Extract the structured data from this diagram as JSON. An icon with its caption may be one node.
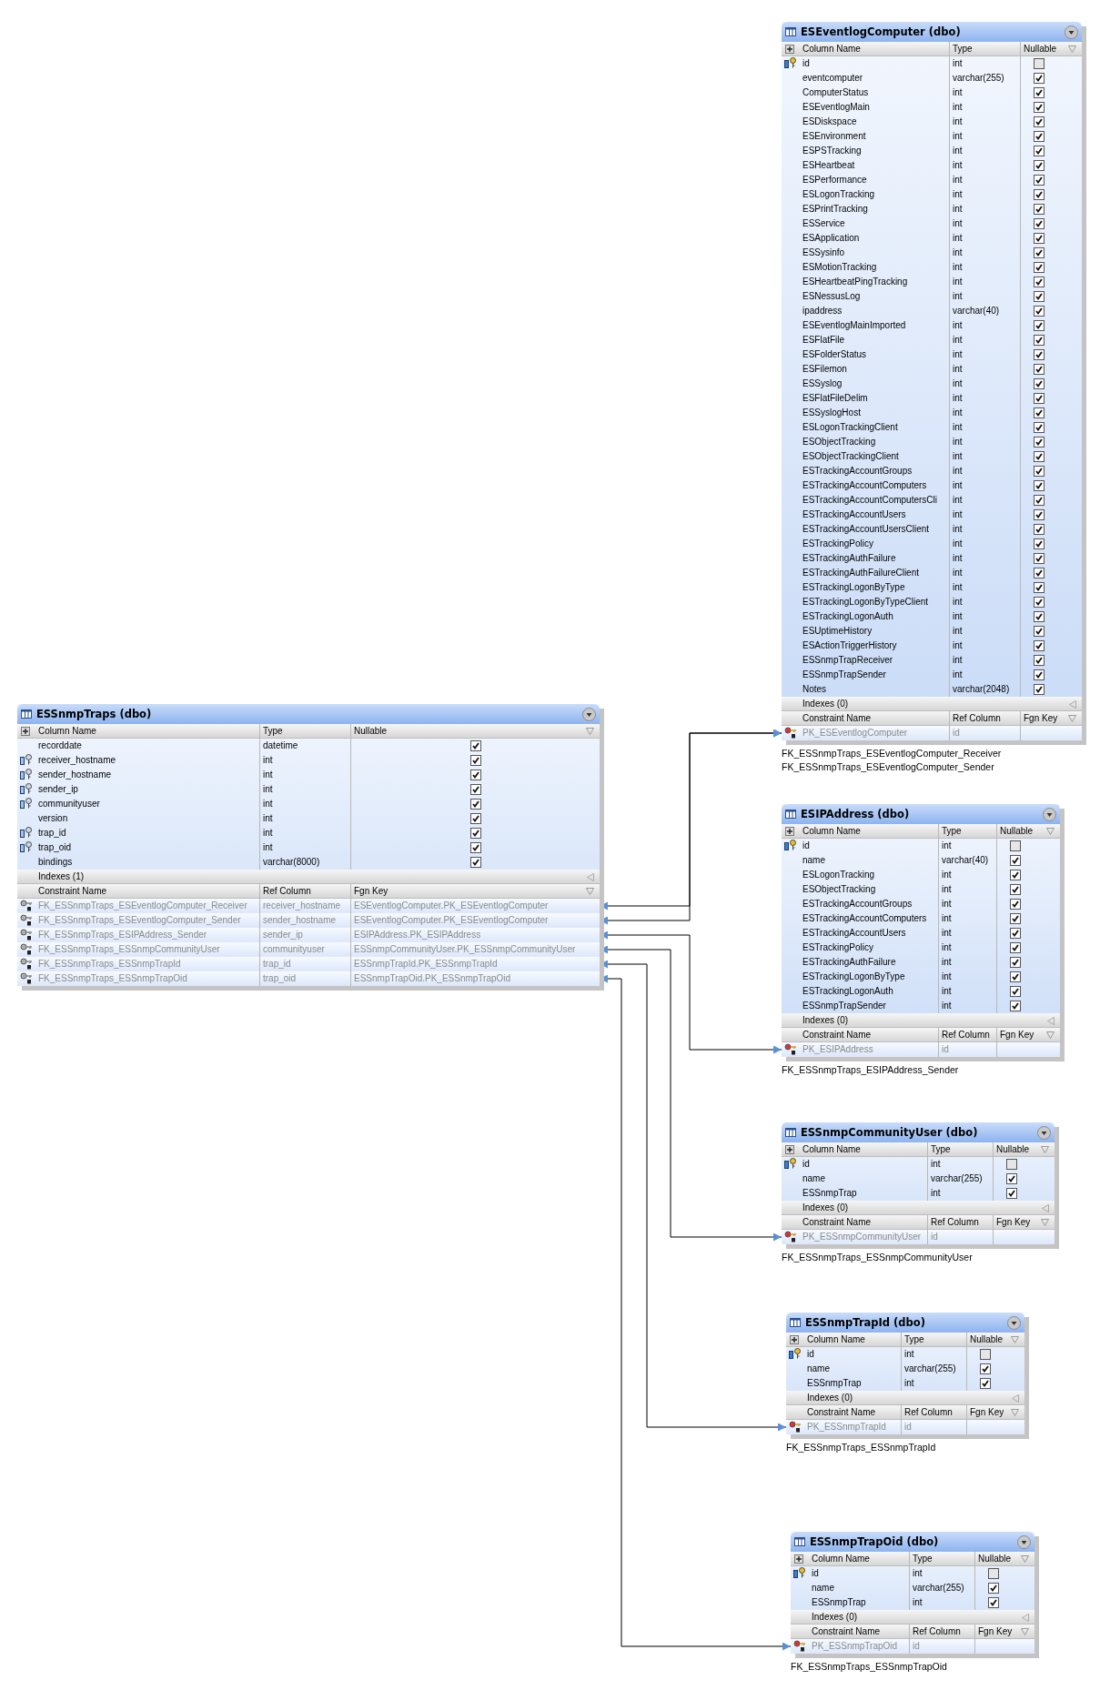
{
  "diagram": {
    "nodes": [
      {
        "text": [
          "ESEventlogComputer (dbo)",
          "Column Name",
          "Type",
          "Nullable",
          "id",
          "int",
          "eventcomputer",
          "varchar(255)",
          "ComputerStatus",
          "int",
          "ESEventlogMain",
          "int",
          "ESDiskspace",
          "int",
          "ESEnvironment",
          "int",
          "ESPSTracking",
          "int",
          "ESHeartbeat",
          "int",
          "ESPerformance",
          "int",
          "ESLogonTracking",
          "int",
          "ESPrintTracking",
          "int",
          "ESService",
          "int",
          "ESApplication",
          "int",
          "ESSysinfo",
          "int",
          "ESMotionTracking",
          "int",
          "ESHeartbeatPingTracking",
          "int",
          "ESNessusLog",
          "int",
          "ipaddress",
          "varchar(40)",
          "ESEventlogMainImported",
          "int",
          "ESFlatFile",
          "int",
          "ESFolderStatus",
          "int",
          "ESFilemon",
          "int",
          "ESSyslog",
          "int",
          "ESFlatFileDelim",
          "int",
          "ESSyslogHost",
          "int",
          "ESLogonTrackingClient",
          "int",
          "ESObjectTracking",
          "int",
          "ESObjectTrackingClient",
          "int",
          "ESTrackingAccountGroups",
          "int",
          "ESTrackingAccountComputers",
          "int",
          "ESTrackingAccountComputersCli",
          "int",
          "ESTrackingAccountUsers",
          "int",
          "ESTrackingAccountUsersClient",
          "int",
          "ESTrackingPolicy",
          "int",
          "ESTrackingAuthFailure",
          "int",
          "ESTrackingAuthFailureClient",
          "int",
          "ESTrackingLogonByType",
          "int",
          "ESTrackingLogonByTypeClient",
          "int",
          "ESTrackingLogonAuth",
          "int",
          "ESUptimeHistory",
          "int",
          "ESActionTriggerHistory",
          "int",
          "ESSnmpTrapReceiver",
          "int",
          "ESSnmpTrapSender",
          "int",
          "Notes",
          "varchar(2048)",
          "Indexes (0)",
          "Constraint Name",
          "Ref Column",
          "Fgn Key",
          "PK_ESEventlogComputer",
          "id"
        ]
      },
      {
        "text": [
          "ESSnmpTraps (dbo)",
          "Column Name",
          "Type",
          "Nullable",
          "recorddate",
          "datetime",
          "receiver_hostname",
          "int",
          "sender_hostname",
          "int",
          "sender_ip",
          "int",
          "communityuser",
          "int",
          "version",
          "int",
          "trap_id",
          "int",
          "trap_oid",
          "int",
          "bindings",
          "varchar(8000)",
          "Indexes (1)",
          "Constraint Name",
          "Ref Column",
          "Fgn Key",
          "FK_ESSnmpTraps_ESEventlogComputer_Receiver",
          "receiver_hostname",
          "ESEventlogComputer.PK_ESEventlogComputer",
          "FK_ESSnmpTraps_ESEventlogComputer_Sender",
          "sender_hostname",
          "ESEventlogComputer.PK_ESEventlogComputer",
          "FK_ESSnmpTraps_ESIPAddress_Sender",
          "sender_ip",
          "ESIPAddress.PK_ESIPAddress",
          "FK_ESSnmpTraps_ESSnmpCommunityUser",
          "communityuser",
          "ESSnmpCommunityUser.PK_ESSnmpCommunityUser",
          "FK_ESSnmpTraps_ESSnmpTrapId",
          "trap_id",
          "ESSnmpTrapId.PK_ESSnmpTrapId",
          "FK_ESSnmpTraps_ESSnmpTrapOid",
          "trap_oid",
          "ESSnmpTrapOid.PK_ESSnmpTrapOid"
        ]
      },
      {
        "text": [
          "ESIPAddress (dbo)",
          "Column Name",
          "Type",
          "Nullable",
          "id",
          "int",
          "name",
          "varchar(40)",
          "ESLogonTracking",
          "int",
          "ESObjectTracking",
          "int",
          "ESTrackingAccountGroups",
          "int",
          "ESTrackingAccountComputers",
          "int",
          "ESTrackingAccountUsers",
          "int",
          "ESTrackingPolicy",
          "int",
          "ESTrackingAuthFailure",
          "int",
          "ESTrackingLogonByType",
          "int",
          "ESTrackingLogonAuth",
          "int",
          "ESSnmpTrapSender",
          "int",
          "Indexes (0)",
          "Constraint Name",
          "Ref Column",
          "Fgn Key",
          "PK_ESIPAddress",
          "id"
        ]
      },
      {
        "text": [
          "ESSnmpCommunityUser (dbo)",
          "Column Name",
          "Type",
          "Nullable",
          "id",
          "int",
          "name",
          "varchar(255)",
          "ESSnmpTrap",
          "int",
          "Indexes (0)",
          "Constraint Name",
          "Ref Column",
          "Fgn Key",
          "PK_ESSnmpCommunityUser",
          "id"
        ]
      },
      {
        "text": [
          "ESSnmpTrapId (dbo)",
          "Column Name",
          "Type",
          "Nullable",
          "id",
          "int",
          "name",
          "varchar(255)",
          "ESSnmpTrap",
          "int",
          "Indexes (0)",
          "Constraint Name",
          "Ref Column",
          "Fgn Key",
          "PK_ESSnmpTrapId",
          "id"
        ]
      },
      {
        "text": [
          "ESSnmpTrapOid (dbo)",
          "Column Name",
          "Type",
          "Nullable",
          "id",
          "int",
          "name",
          "varchar(255)",
          "ESSnmpTrap",
          "int",
          "Indexes (0)",
          "Constraint Name",
          "Ref Column",
          "Fgn Key",
          "PK_ESSnmpTrapOid",
          "id"
        ]
      }
    ],
    "edges": [
      {
        "from": 1,
        "to": 0,
        "arrow": "both",
        "label": "FK_ESSnmpTraps_ESEventlogComputer_Receiver"
      },
      {
        "from": 1,
        "to": 0,
        "arrow": "both",
        "label": "FK_ESSnmpTraps_ESEventlogComputer_Sender"
      },
      {
        "from": 1,
        "to": 2,
        "arrow": "both",
        "label": "FK_ESSnmpTraps_ESIPAddress_Sender"
      },
      {
        "from": 1,
        "to": 3,
        "arrow": "both",
        "label": "FK_ESSnmpTraps_ESSnmpCommunityUser"
      },
      {
        "from": 1,
        "to": 4,
        "arrow": "both",
        "label": "FK_ESSnmpTraps_ESSnmpTrapId"
      },
      {
        "from": 1,
        "to": 5,
        "arrow": "both",
        "label": "FK_ESSnmpTraps_ESSnmpTrapOid"
      }
    ]
  }
}
